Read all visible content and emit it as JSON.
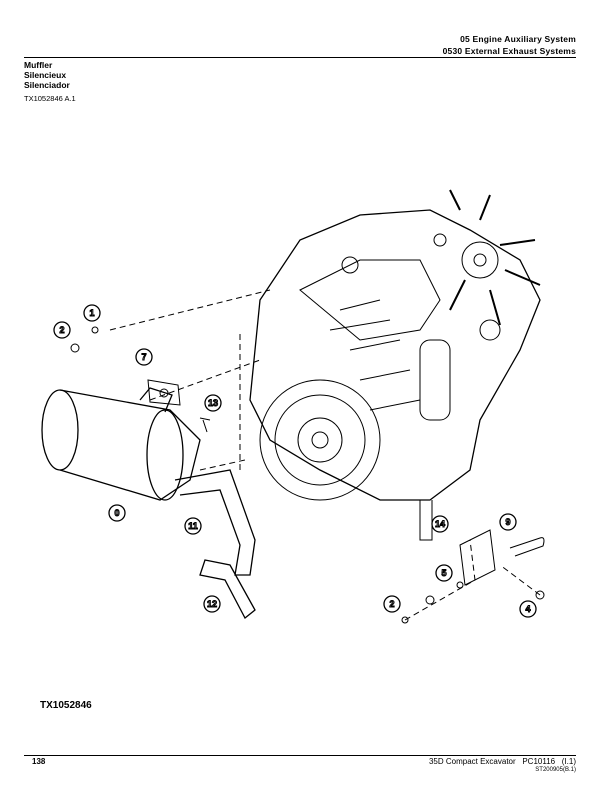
{
  "header": {
    "line1": "05 Engine Auxiliary System",
    "line2": "0530 External Exhaust Systems"
  },
  "title": {
    "en": "Muffler",
    "fr": "Silencieux",
    "es": "Silenciador"
  },
  "figure_ref": "TX1052846 A.1",
  "figure_label": "TX1052846",
  "callouts": [
    "1",
    "2",
    "7",
    "13",
    "0",
    "11",
    "12",
    "14",
    "9",
    "5",
    "2",
    "4"
  ],
  "footer": {
    "page": "138",
    "model": "35D Compact Excavator",
    "catalog": "PC10116",
    "rev": "(I.1)",
    "code": "ST200905(B.1)"
  }
}
